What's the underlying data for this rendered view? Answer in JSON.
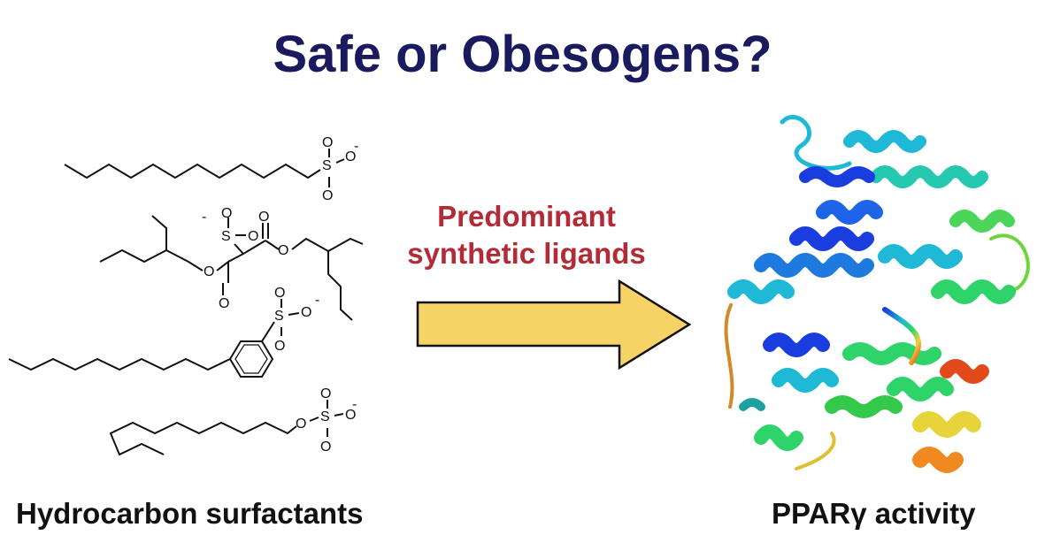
{
  "title": "Safe or Obesogens?",
  "arrow_label": {
    "line1": "Predominant",
    "line2": "synthetic ligands"
  },
  "left_caption": "Hydrocarbon surfactants",
  "right_caption": "PPARγ activity",
  "colors": {
    "title": "#1a1a5e",
    "arrow_label": "#b32b36",
    "arrow_fill": "#f7d264",
    "text": "#111111"
  },
  "icons": [
    "sulfonate-structure",
    "sulfosuccinate-structure",
    "benzenesulfonate-structure",
    "sulfate-structure",
    "protein-ribbon"
  ]
}
